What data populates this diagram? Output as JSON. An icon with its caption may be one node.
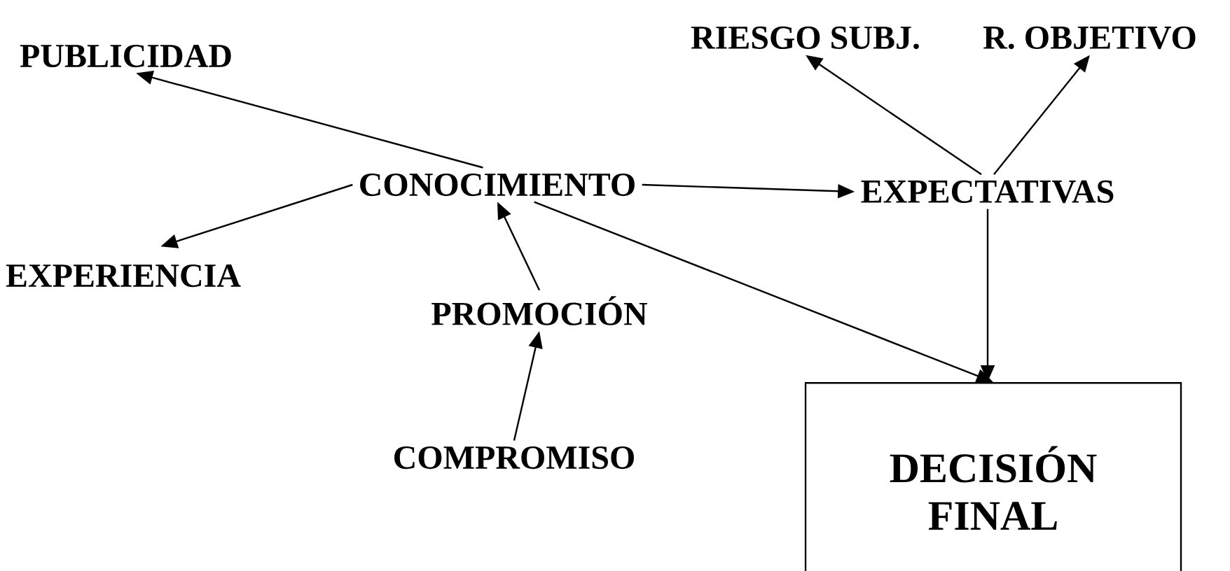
{
  "diagram": {
    "nodes": [
      {
        "text": [
          "PUBLICIDAD"
        ]
      },
      {
        "text": [
          "RIESGO SUBJ."
        ]
      },
      {
        "text": [
          "R. OBJETIVO"
        ]
      },
      {
        "text": [
          "CONOCIMIENTO"
        ]
      },
      {
        "text": [
          "EXPECTATIVAS"
        ]
      },
      {
        "text": [
          "EXPERIENCIA"
        ]
      },
      {
        "text": [
          "PROMOCIÓN"
        ]
      },
      {
        "text": [
          "COMPROMISO"
        ]
      },
      {
        "text": [
          "DECISIÓN FINAL"
        ]
      }
    ],
    "edges": [
      {
        "from": 3,
        "to": 0,
        "arrow": "to"
      },
      {
        "from": 3,
        "to": 5,
        "arrow": "to"
      },
      {
        "from": 6,
        "to": 3,
        "arrow": "to"
      },
      {
        "from": 7,
        "to": 6,
        "arrow": "to"
      },
      {
        "from": 3,
        "to": 4,
        "arrow": "to"
      },
      {
        "from": 3,
        "to": 8,
        "arrow": "to"
      },
      {
        "from": 4,
        "to": 1,
        "arrow": "to"
      },
      {
        "from": 4,
        "to": 2,
        "arrow": "to"
      },
      {
        "from": 4,
        "to": 8,
        "arrow": "to"
      }
    ]
  }
}
